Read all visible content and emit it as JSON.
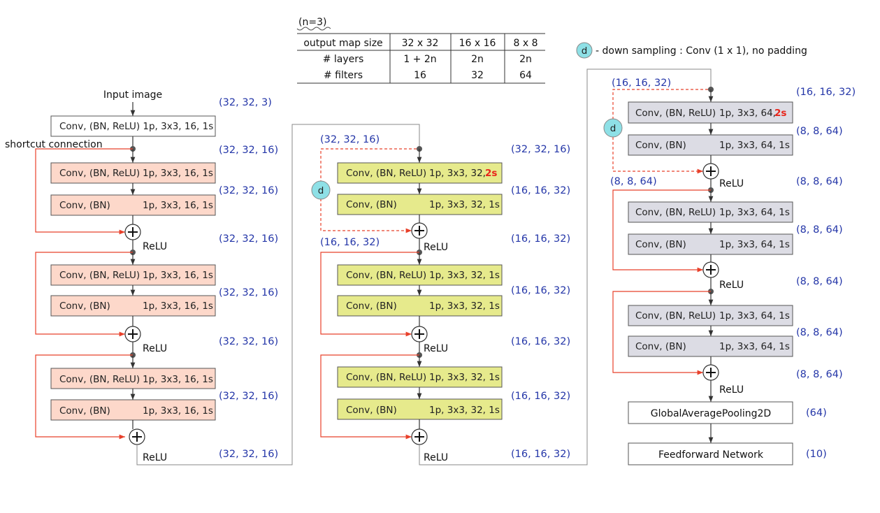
{
  "table": {
    "note": "(n=3)",
    "header": [
      "output map size",
      "32 x 32",
      "16 x 16",
      "8 x 8"
    ],
    "rows": [
      [
        "# layers",
        "1 + 2n",
        "2n",
        "2n"
      ],
      [
        "# filters",
        "16",
        "32",
        "64"
      ]
    ]
  },
  "legend": {
    "symbol": "d",
    "text": "- down sampling : Conv (1 x 1), no padding"
  },
  "labels": {
    "input_image": "Input image",
    "shortcut": "shortcut connection",
    "relu": "ReLU",
    "d": "d"
  },
  "layers": {
    "conv_bnrelu": "Conv, (BN, ReLU)",
    "conv_bn": "Conv, (BN)",
    "s1": "1p, 3x3, 16, 1s",
    "s2": "1p, 3x3, 32, 1s",
    "s2_first": "1p, 3x3, 32,",
    "s3": "1p, 3x3, 64, 1s",
    "s3_first": "1p, 3x3, 64,",
    "stride2": "2s",
    "first_conv": "Conv, (BN, ReLU)  1p, 3x3, 16, 1s",
    "gap": "GlobalAveragePooling2D",
    "ffn": "Feedforward Network"
  },
  "dims": {
    "d32_3": "(32, 32, 3)",
    "d32_16": "(32, 32, 16)",
    "d16_32": "(16, 16, 32)",
    "d8_64": "(8, 8, 64)",
    "d64": "(64)",
    "d10": "(10)"
  },
  "colors": {
    "stage1": "#fdd8ca",
    "stage2": "#e6ea8c",
    "stage3": "#dcdce4",
    "shortcut": "#e8402a",
    "d_fill": "#8ee0e6",
    "dims": "#2436a8"
  }
}
